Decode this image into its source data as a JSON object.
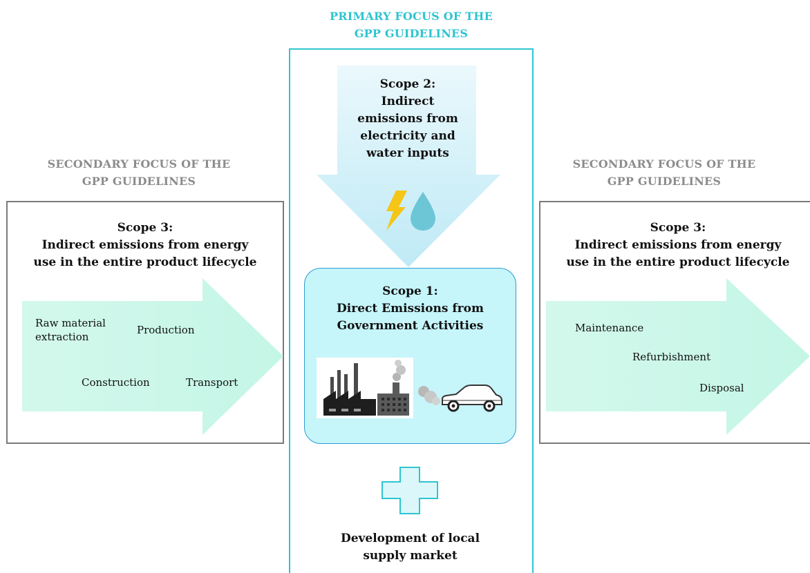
{
  "primary_focus": {
    "label": "PRIMARY FOCUS OF THE\nGPP GUIDELINES",
    "color": "#2ec4d0"
  },
  "left_panel": {
    "focus_label": "SECONDARY FOCUS OF THE\nGPP GUIDELINES",
    "heading": "Scope 3:\nIndirect emissions from energy\nuse in the entire product lifecycle",
    "stages": [
      "Raw material\nextraction",
      "Production",
      "Construction",
      "Transport"
    ]
  },
  "right_panel": {
    "focus_label": "SECONDARY FOCUS OF THE\nGPP GUIDELINES",
    "heading": "Scope 3:\nIndirect emissions from energy\nuse in the entire product lifecycle",
    "stages": [
      "Maintenance",
      "Refurbishment",
      "Disposal"
    ]
  },
  "scope2": {
    "heading": "Scope 2:\nIndirect\nemissions from\nelectricity and\nwater inputs",
    "icons": [
      "lightning-icon",
      "water-drop-icon"
    ]
  },
  "scope1": {
    "heading": "Scope 1:\nDirect Emissions from\nGovernment Activities",
    "icons": [
      "factory-icon",
      "smoke-icon",
      "car-icon"
    ]
  },
  "bottom": {
    "icon": "plus-icon",
    "text": "Development of local\nsupply market"
  },
  "colors": {
    "cyan": "#2ec4d0",
    "mint": "#c8f7e8",
    "light_cyan": "#c6f5fa",
    "grey_border": "#7a7a7a"
  }
}
